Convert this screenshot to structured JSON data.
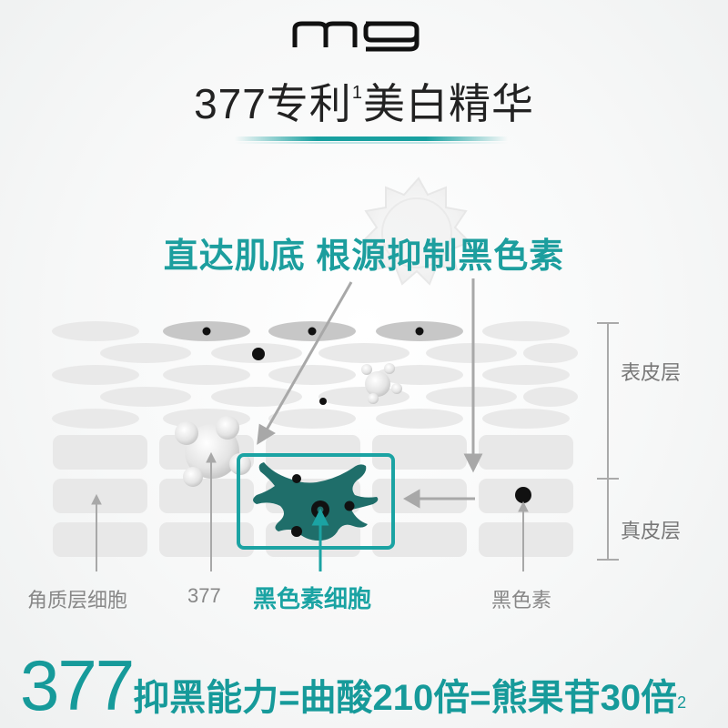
{
  "brand": {
    "logo_text": "mg"
  },
  "title": {
    "text": "377专利",
    "sup": "1",
    "text2": "美白精华"
  },
  "headline": {
    "text": "直达肌底 根源抑制黑色素"
  },
  "layers": {
    "epidermis": "表皮层",
    "dermis": "真皮层"
  },
  "labels": {
    "keratinocyte": "角质层细胞",
    "ingredient": "377",
    "melanocyte": "黑色素细胞",
    "melanin": "黑色素"
  },
  "claim": {
    "number": "377",
    "text": "抑黑能力=曲酸210倍=熊果苷30倍",
    "footnote": "2"
  },
  "colors": {
    "accent": "#1c9e9e",
    "melanocyte": "#1f6e6a",
    "cell_fill": "#e6e6e6",
    "title_text": "#222222"
  }
}
